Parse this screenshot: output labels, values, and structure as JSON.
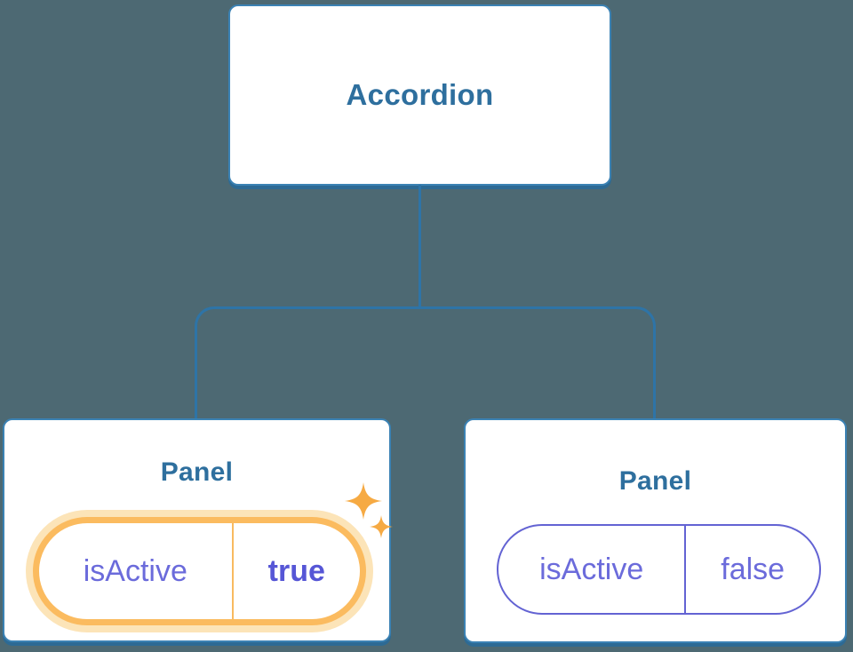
{
  "diagram": {
    "root": {
      "label": "Accordion"
    },
    "children": [
      {
        "title": "Panel",
        "highlighted": true,
        "state": {
          "name": "isActive",
          "value": "true"
        }
      },
      {
        "title": "Panel",
        "highlighted": false,
        "state": {
          "name": "isActive",
          "value": "false"
        }
      }
    ],
    "icons": [
      {
        "name": "sparkles-icon",
        "meaning": "state just set / highlighted"
      }
    ],
    "colors": {
      "background": "#4d6973",
      "node_fill": "#ffffff",
      "node_border": "#3b82b4",
      "node_shadow": "#2d6a94",
      "connector": "#2e74a7",
      "heading_text": "#2e6f9e",
      "state_text": "#6b6bdb",
      "state_value_bold": "#5656d6",
      "inactive_pill_border": "#6363d3",
      "active_pill_border": "#fbbb5f",
      "active_pill_halo": "#fce4b8",
      "sparkle": "#f6aa43"
    }
  }
}
